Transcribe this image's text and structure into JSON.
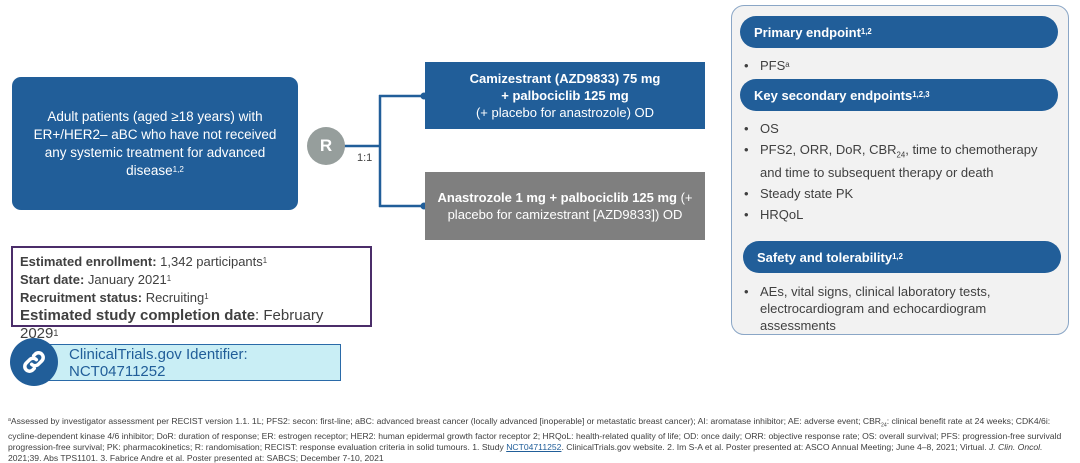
{
  "patients": {
    "text": "Adult patients (aged ≥18 years) with ER+/HER2– aBC who have not received any systemic treatment for advanced disease",
    "sup": "1,2"
  },
  "randomisation": {
    "label": "R",
    "ratio": "1:1"
  },
  "arms": [
    {
      "line1": "Camizestrant (AZD9833) 75 mg",
      "line2": "+ palbociclib 125 mg",
      "line3": "(+ placebo for anastrozole) OD",
      "color": "#215e99"
    },
    {
      "bold": "Anastrozole 1 mg + palbociclib 125 mg",
      "rest": " (+ placebo for camizestrant [AZD9833]) OD",
      "color": "#7f7f7f"
    }
  ],
  "study_info": [
    {
      "label": "Estimated enrollment:",
      "value": " 1,342 participants",
      "sup": "1"
    },
    {
      "label": "Start date:",
      "value": " January 2021",
      "sup": "1"
    },
    {
      "label": "Recruitment status:",
      "value": " Recruiting",
      "sup": "1"
    },
    {
      "label": "Estimated study completion date",
      "value": ": February 2029",
      "sup": "1"
    }
  ],
  "identifier": {
    "icon": "link-icon",
    "text": "ClinicalTrials.gov Identifier: NCT04711252"
  },
  "endpoints": {
    "primary": {
      "title": "Primary endpoint",
      "sup": "1,2",
      "items": [
        "PFS"
      ],
      "item_sup": "a"
    },
    "secondary": {
      "title": "Key secondary endpoints",
      "sup": "1,2,3",
      "items": [
        "OS",
        "PFS2, ORR, DoR, CBR",
        "Steady state PK",
        "HRQoL"
      ],
      "cbr_sub": "24",
      "cbr_rest": ", time to chemotherapy and time to subsequent therapy or death"
    },
    "safety": {
      "title": "Safety and tolerability",
      "sup": "1,2",
      "items": [
        "AEs, vital signs, clinical laboratory tests, electrocardiogram and echocardiogram assessments"
      ]
    }
  },
  "footnote": {
    "a": "a",
    "part1": "Assessed by investigator assessment per RECIST version 1.1. 1L; PFS2: secon: first-line; aBC: advanced breast cancer (locally advanced [inoperable] or metastatic breast cancer); AI: aromatase inhibitor; AE: adverse event; CBR",
    "sub": "24",
    "part2": ": clinical benefit rate at 24 weeks; CDK4/6i: cycline-dependent kinase 4/6 inhibitor; DoR: duration of response; ER: estrogen receptor; HER2: human epidermal growth factor receptor 2; HRQoL: health-related quality of life; OD: once daily; ORR: objective response rate; OS: overall survival; PFS: progression-free survivald progression-free survival; PK: pharmacokinetics; R: randomisation; RECIST: response evaluation criteria in solid tumours. 1. Study ",
    "link": "NCT04711252",
    "part3": ". ClinicalTrials.gov website. 2. Im S-A et al. Poster presented at: ASCO Annual Meeting; June 4–8, 2021; Virtual. ",
    "journal": "J. Clin. Oncol.",
    "part4": " 2021;39. Abs TPS1101. 3. Fabrice Andre et al. Poster presented at: SABCS; December 7-10, 2021"
  }
}
